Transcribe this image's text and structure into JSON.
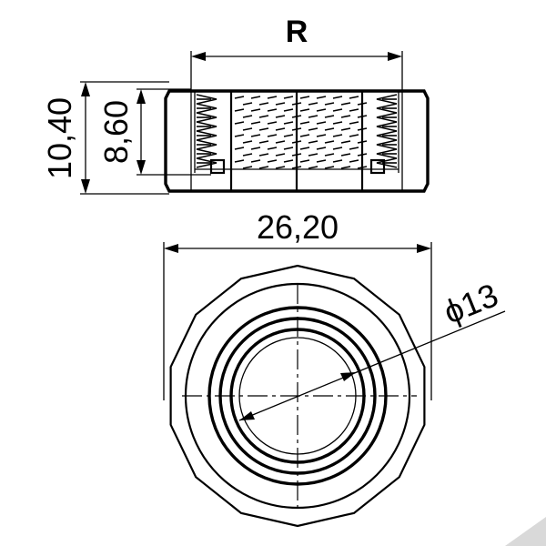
{
  "drawing": {
    "labels": {
      "thread": "R",
      "total_height": "10,40",
      "thread_depth": "8,60",
      "across_flats": "26,20",
      "bore": "ϕ13"
    },
    "colors": {
      "line": "#000000",
      "background": "#ffffff",
      "corner_accent": "#d9d9d9"
    }
  }
}
